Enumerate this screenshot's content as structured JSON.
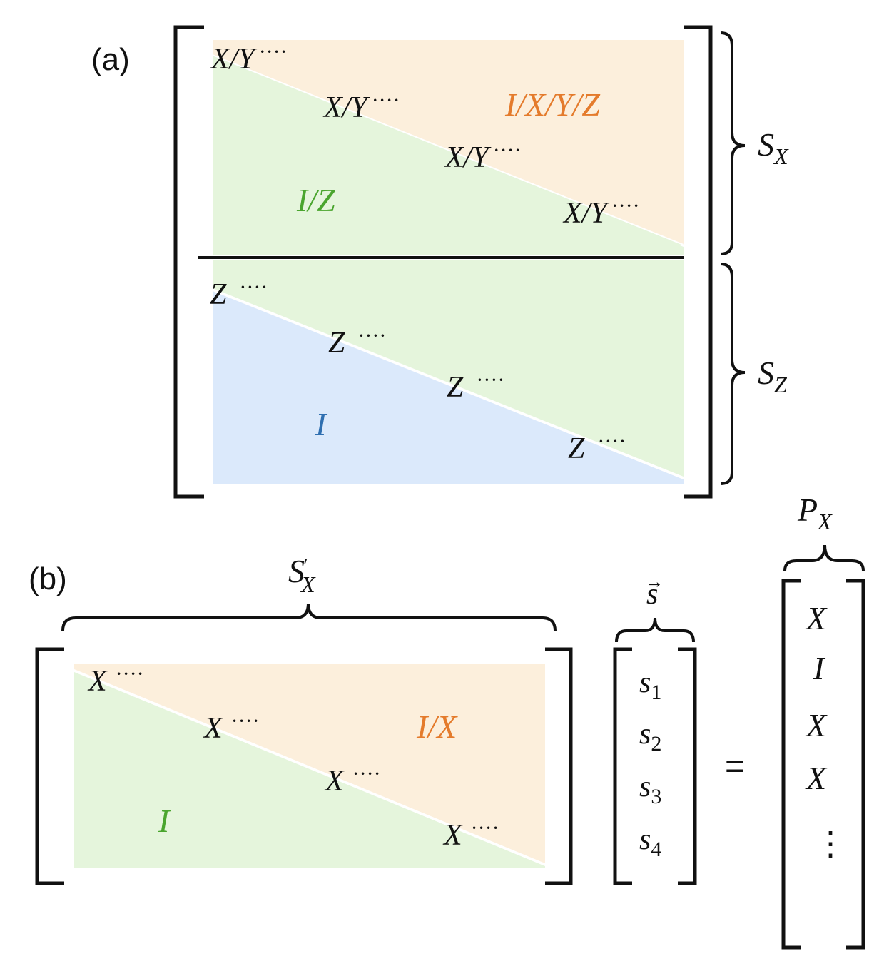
{
  "colors": {
    "orange_fill": "#fcefdc",
    "green_fill": "#e5f5dc",
    "blue_fill": "#dbe9fb",
    "orange_text": "#e47b2c",
    "green_text": "#4aa52e",
    "blue_text": "#2f6fb0",
    "black": "#111111"
  },
  "panel_a": {
    "label": "(a)",
    "sx_rows": [
      "X/Y",
      "X/Y",
      "X/Y",
      "X/Y"
    ],
    "sz_rows": [
      "Z",
      "Z",
      "Z",
      "Z"
    ],
    "dots": "····",
    "upper_region": "I/X/Y/Z",
    "lower_region_sx": "I/Z",
    "lower_region_sz": "I",
    "brace_sx": {
      "main": "S",
      "sub": "X"
    },
    "brace_sz": {
      "main": "S",
      "sub": "Z"
    }
  },
  "panel_b": {
    "label": "(b)",
    "rows": [
      "X",
      "X",
      "X",
      "X"
    ],
    "dots": "····",
    "upper_region": "I/X",
    "lower_region": "I",
    "brace_matrix": {
      "main": "S",
      "prime": "′",
      "sub": "X"
    },
    "vector_label": "s",
    "vector_arrow": "→",
    "vector": [
      {
        "main": "s",
        "sub": "1"
      },
      {
        "main": "s",
        "sub": "2"
      },
      {
        "main": "s",
        "sub": "3"
      },
      {
        "main": "s",
        "sub": "4"
      }
    ],
    "equals": "=",
    "result_label": {
      "main": "P",
      "sub": "X"
    },
    "result": [
      "X",
      "I",
      "X",
      "X"
    ],
    "result_ellipsis": "⋮"
  }
}
